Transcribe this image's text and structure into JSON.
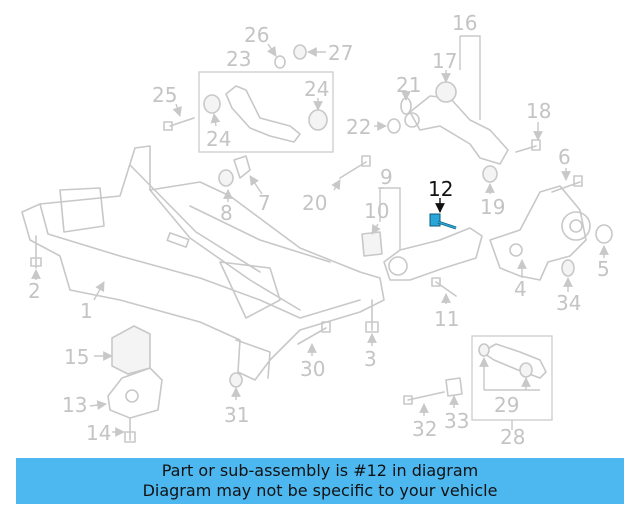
{
  "diagram": {
    "highlight_color": "#2aa6d8",
    "callouts": [
      "1",
      "2",
      "3",
      "4",
      "5",
      "6",
      "7",
      "8",
      "9",
      "10",
      "11",
      "12",
      "13",
      "14",
      "15",
      "16",
      "17",
      "18",
      "19",
      "20",
      "21",
      "22",
      "23",
      "24",
      "24",
      "25",
      "26",
      "27",
      "28",
      "29",
      "30",
      "31",
      "32",
      "33",
      "34"
    ],
    "highlighted": "12"
  },
  "banner": {
    "line1": "Part or sub-assembly is #12 in diagram",
    "line2": "Diagram may not be specific to your vehicle",
    "color": "#4db8f0"
  }
}
